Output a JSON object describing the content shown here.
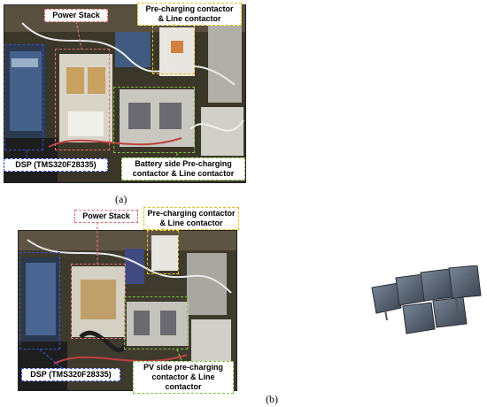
{
  "figure_a": {
    "caption": "(a)",
    "labels": {
      "power_stack": "Power Stack",
      "precharge": "Pre-charging contactor\n& Line contactor",
      "dsp": "DSP (TMS320F28335)",
      "battery": "Battery side Pre-charging\ncontactor & Line contactor"
    }
  },
  "figure_b": {
    "caption": "(b)",
    "labels": {
      "power_stack": "Power Stack",
      "precharge": "Pre-charging contactor\n& Line contactor",
      "dsp": "DSP (TMS320F28335)",
      "pv": "PV side pre-charging\ncontactor & Line contactor"
    }
  },
  "colors": {
    "power_stack": "#e07070",
    "precharge": "#e8c020",
    "dsp": "#3a4fd0",
    "battery_pv": "#7cc040"
  }
}
